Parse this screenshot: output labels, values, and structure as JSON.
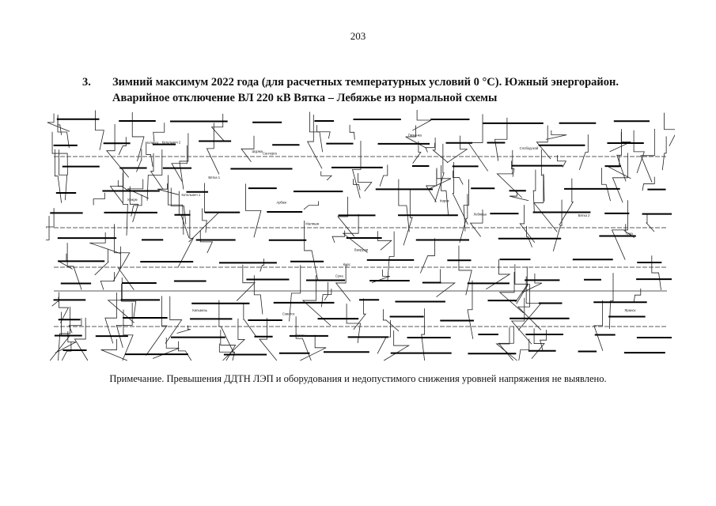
{
  "page": {
    "number": "203"
  },
  "heading": {
    "number": "3.",
    "line1": "Зимний максимум 2022 года (для расчетных температурных условий 0 °С). Южный энергорайон.",
    "line2": "Аварийное отключение ВЛ 220 кВ Вятка – Лебяжье из нормальной схемы"
  },
  "schematic": {
    "labels": [
      "Вятка 1",
      "Вятка 2",
      "Лебяжье",
      "Котельнич 1",
      "Котельнич 2",
      "Суна",
      "Кирс",
      "Кильмезь",
      "Уржум",
      "Малмыж",
      "Советск",
      "Яранск",
      "Санчурск",
      "Тужа",
      "Арбаж",
      "Пижанка",
      "Шурма",
      "Киров",
      "Вахруши",
      "Слободской",
      "Нолинск",
      "Сунцы"
    ]
  },
  "note": "Примечание. Превышения ДДТН ЛЭП и оборудования и недопустимого снижения уровней напряжения не выявлено."
}
